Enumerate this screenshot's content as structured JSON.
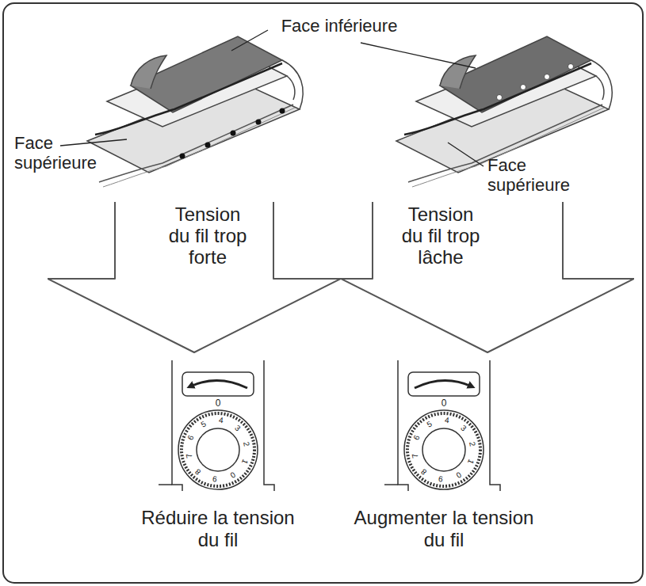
{
  "diagram": {
    "nodes": [
      {
        "text": [
          "Tension du fil trop forte"
        ]
      },
      {
        "text": [
          "Tension du fil trop lâche"
        ]
      }
    ],
    "labels": [
      "Face inférieure",
      "Face supérieure",
      "Face supérieure",
      "0",
      "5",
      "4",
      "3",
      "2",
      "1",
      "0",
      "9",
      "8",
      "7",
      "6",
      "0",
      "5",
      "4",
      "3",
      "2",
      "1",
      "0",
      "9",
      "8",
      "7",
      "6",
      "Réduire la tension du fil",
      "Augmenter la tension du fil"
    ]
  }
}
